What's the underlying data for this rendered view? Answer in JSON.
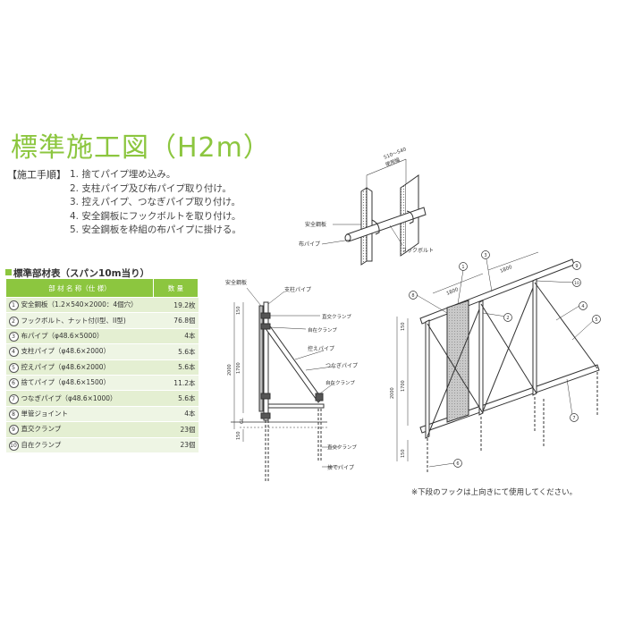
{
  "title": "標準施工図（H2m）",
  "steps_heading": "【施工手順】",
  "steps": [
    "1. 捨てパイプ埋め込み。",
    "2. 支柱パイプ及び布パイプ取り付け。",
    "3. 控えパイプ、つなぎパイプ取り付け。",
    "4. 安全鋼板にフックボルトを取り付け。",
    "5. 安全鋼板を枠組の布パイプに掛ける。"
  ],
  "table": {
    "heading": "標準部材表（スパン10m当り）",
    "col_name": "部 材 名 称（仕 様）",
    "col_qty": "数 量",
    "rows": [
      {
        "no": "1",
        "name": "安全鋼板（1.2×540×2000：4個穴）",
        "qty": "19.2枚"
      },
      {
        "no": "2",
        "name": "フックボルト、ナット付(I型、II型)",
        "qty": "76.8個"
      },
      {
        "no": "3",
        "name": "布パイプ（φ48.6×5000）",
        "qty": "4本"
      },
      {
        "no": "4",
        "name": "支柱パイプ（φ48.6×2000）",
        "qty": "5.6本"
      },
      {
        "no": "5",
        "name": "控えパイプ（φ48.6×2000）",
        "qty": "5.6本"
      },
      {
        "no": "6",
        "name": "捨てパイプ（φ48.6×1500）",
        "qty": "11.2本"
      },
      {
        "no": "7",
        "name": "つなぎパイプ（φ48.6×1000）",
        "qty": "5.6本"
      },
      {
        "no": "8",
        "name": "単管ジョイント",
        "qty": "4本"
      },
      {
        "no": "9",
        "name": "直交クランプ",
        "qty": "23個"
      },
      {
        "no": "10",
        "name": "自在クランプ",
        "qty": "23個"
      }
    ]
  },
  "top_detail": {
    "dim": "510～540",
    "dim_label": "使用幅",
    "label_plate": "安全鋼板",
    "label_pipe": "布パイプ",
    "label_bolt": "フックボルト"
  },
  "side_view": {
    "label_plate": "安全鋼板",
    "label_post": "支柱パイプ",
    "label_cross_clamp_top": "直交クランプ",
    "label_free_clamp_top": "自在クランプ",
    "label_brace": "控えパイプ",
    "label_tie": "つなぎパイプ",
    "label_free_clamp": "自在クランプ",
    "label_cross_clamp_bottom": "直交クランプ",
    "label_anchor": "捨てパイプ",
    "dim_150": "150",
    "dim_1700": "1700",
    "dim_2000": "2000",
    "dim_150b": "150",
    "dim_gl": "GL"
  },
  "iso_view": {
    "dim_1800a": "1800",
    "dim_1800b": "1800",
    "dim_150": "150",
    "dim_1700": "1700",
    "dim_2000": "2000",
    "dim_150b": "150",
    "callouts": [
      "1",
      "2",
      "3",
      "4",
      "5",
      "6",
      "7",
      "8",
      "9",
      "10"
    ]
  },
  "note": "※下段のフックは上向きにて使用してください。"
}
